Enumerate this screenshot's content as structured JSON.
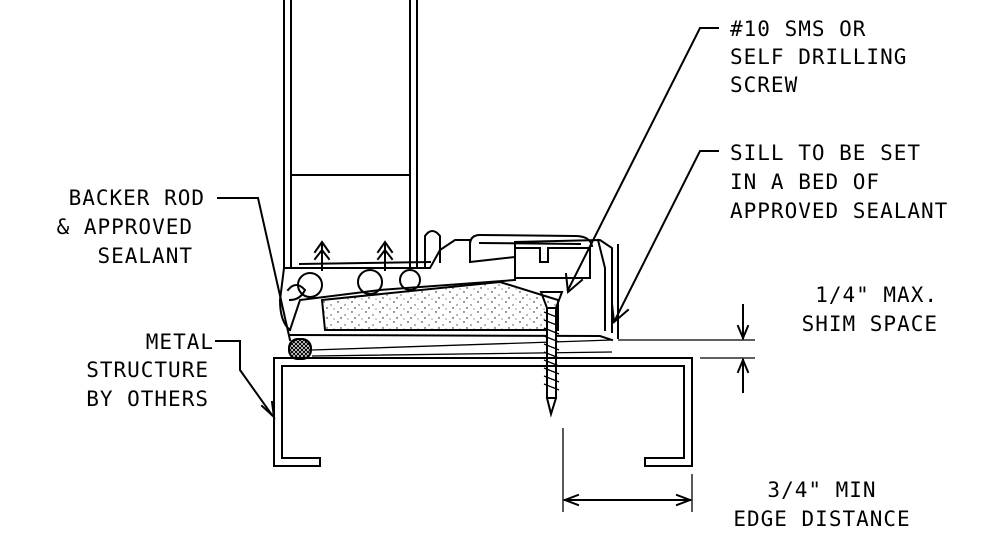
{
  "labels": {
    "screw": [
      "#10 SMS OR",
      "SELF DRILLING",
      "SCREW"
    ],
    "sill": [
      "SILL TO BE SET",
      "IN A BED OF",
      "APPROVED SEALANT"
    ],
    "backer": [
      "BACKER ROD",
      "& APPROVED",
      "SEALANT"
    ],
    "metal": [
      "METAL",
      "STRUCTURE",
      "BY OTHERS"
    ],
    "shim": [
      "1/4\" MAX.",
      "SHIM SPACE"
    ],
    "edge": [
      "3/4\" MIN",
      "EDGE DISTANCE"
    ]
  },
  "colors": {
    "ink": "#000000",
    "paper": "#ffffff"
  }
}
